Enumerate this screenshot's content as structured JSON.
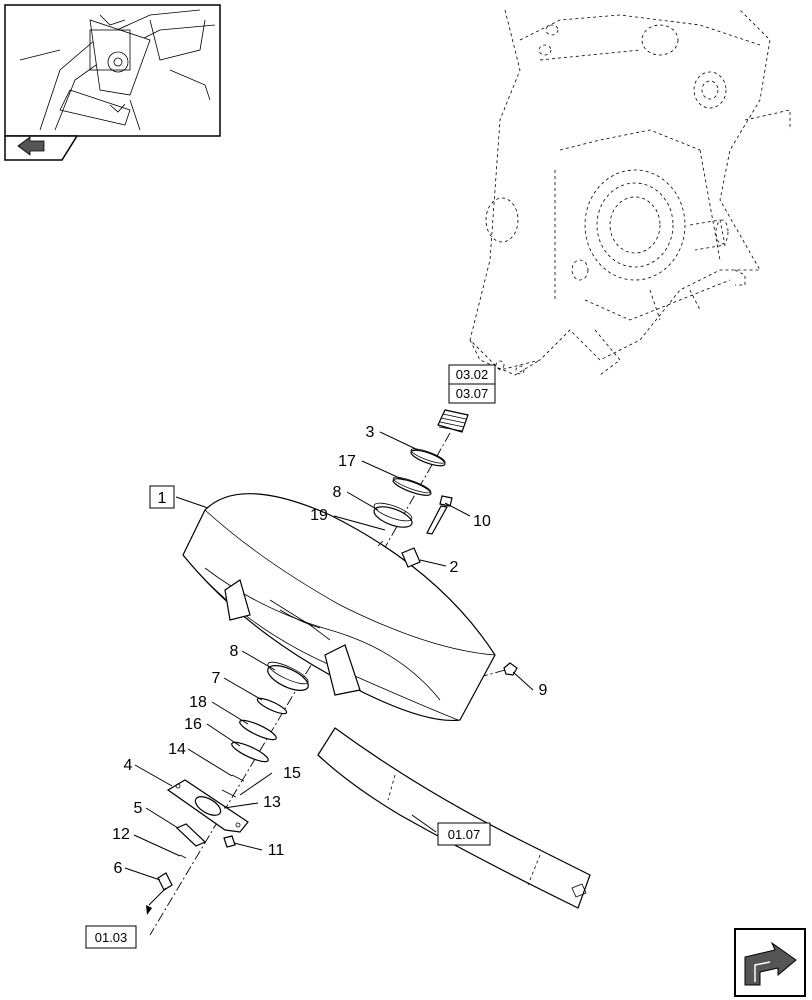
{
  "diagram": {
    "callouts": {
      "c1": "1",
      "c2": "2",
      "c3": "3",
      "c4": "4",
      "c5": "5",
      "c6": "6",
      "c7": "7",
      "c8a": "8",
      "c8b": "8",
      "c9": "9",
      "c10": "10",
      "c11": "11",
      "c12": "12",
      "c13": "13",
      "c14": "14",
      "c15": "15",
      "c16": "16",
      "c17": "17",
      "c18": "18",
      "c19": "19"
    },
    "references": {
      "r0302": "03.02",
      "r0307": "03.07",
      "r0107": "01.07",
      "r0103": "01.03"
    },
    "icons": {
      "top_left": "back-arrow-icon",
      "bottom_right": "page-next-arrow-icon"
    }
  }
}
